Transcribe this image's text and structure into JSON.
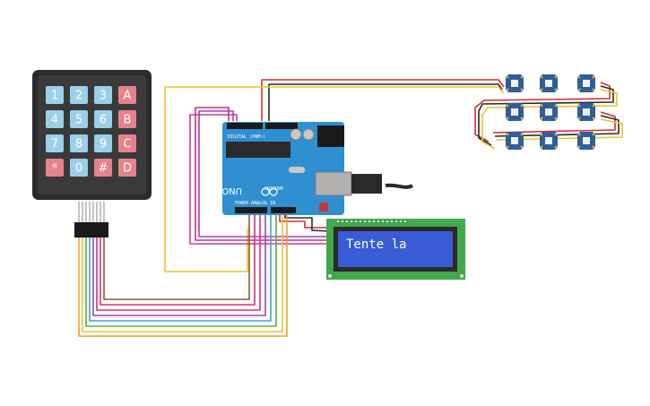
{
  "keypad": {
    "keys": [
      [
        "1",
        "2",
        "3",
        "A"
      ],
      [
        "4",
        "5",
        "6",
        "B"
      ],
      [
        "7",
        "8",
        "9",
        "C"
      ],
      [
        "*",
        "0",
        "#",
        "D"
      ]
    ],
    "colors": {
      "number": "#9ccfe8",
      "letter": "#e7828c",
      "body": "#2b2b2b",
      "face": "#3a3a3a"
    }
  },
  "lcd": {
    "text": "Tente la",
    "screen_color": "#3a5bd6",
    "pcb_color": "#41a84b"
  },
  "arduino": {
    "label": "UNO",
    "brand": "ARDUINO",
    "silk_top": "DIGITAL (PWM~)",
    "silk_bottom": "POWER   ANALOG IN",
    "board_color": "#2f8fd0"
  },
  "neopixels": {
    "count": 9,
    "color": "#2d5f9a"
  },
  "wire_colors": {
    "red": "#d92c2c",
    "black": "#2a2a2a",
    "yellow": "#e6c52a",
    "orange": "#f0a030",
    "purple": "#a040c0",
    "magenta": "#d0307a",
    "green": "#50b050",
    "blue": "#40a0d8",
    "brown": "#8a5a2a"
  }
}
